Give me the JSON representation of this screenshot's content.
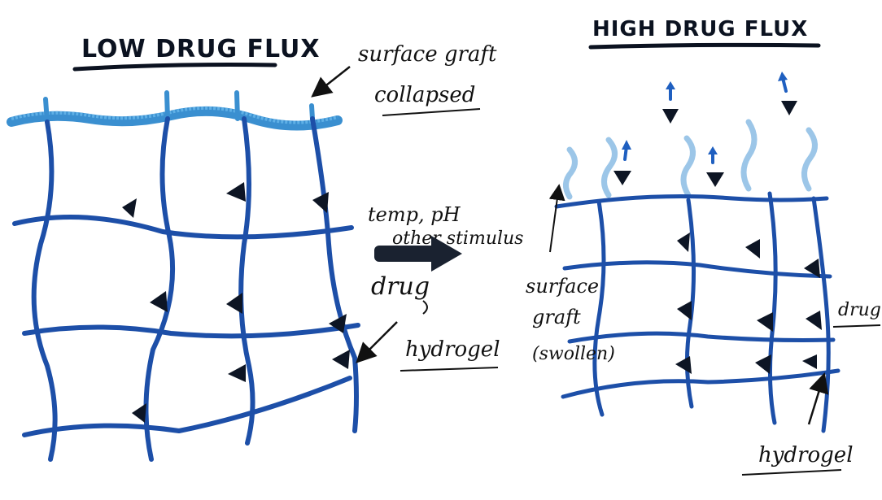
{
  "colors": {
    "mesh": "#1d4fa8",
    "graft_collapsed": "#3a8fd0",
    "graft_swollen": "#9cc6e8",
    "drug": "#0d1524",
    "arrow": "#1f5fc0",
    "ink": "#111111"
  },
  "left": {
    "title": "LOW DRUG FLUX",
    "graft_label_line1": "surface graft",
    "graft_label_line2": "collapsed",
    "hydrogel_label": "hydrogel"
  },
  "middle": {
    "stimulus_line1": "temp, pH",
    "stimulus_line2": "other stimulus",
    "drug_label": "drug"
  },
  "right": {
    "title": "HIGH DRUG FLUX",
    "graft_label_line1": "surface",
    "graft_label_line2": "graft",
    "graft_label_line3": "(swollen)",
    "drug_label": "drug",
    "hydrogel_label": "hydrogel"
  }
}
